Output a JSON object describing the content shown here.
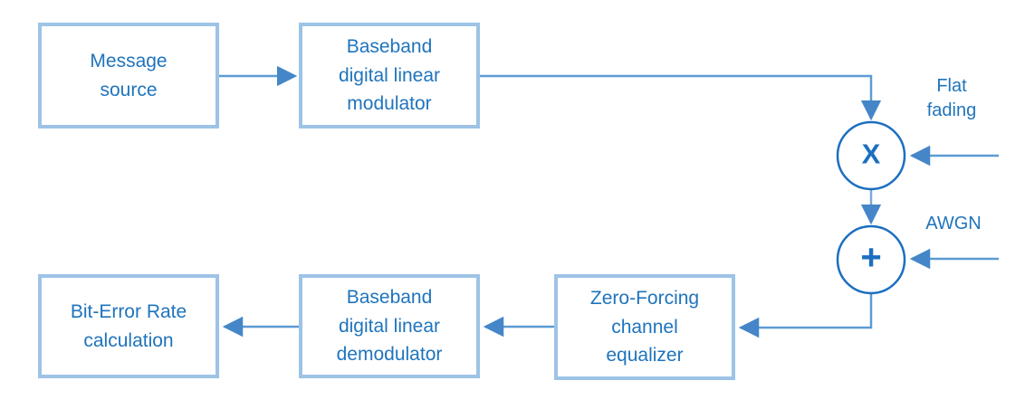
{
  "diagram": {
    "type": "block-diagram",
    "description": "Baseband digital communication system simulation chain over a flat-fading AWGN channel with zero-forcing equalization",
    "blocks": {
      "message_source": "Message\nsource",
      "modulator": "Baseband\ndigital linear\nmodulator",
      "zero_forcing": "Zero-Forcing\nchannel\nequalizer",
      "demodulator": "Baseband\ndigital linear\ndemodulator",
      "ber": "Bit-Error Rate\ncalculation"
    },
    "operators": {
      "multiply": "X",
      "add": "+"
    },
    "labels": {
      "flat_fading": "Flat\nfading",
      "awgn": "AWGN"
    },
    "flow": [
      {
        "from": "message_source",
        "to": "modulator"
      },
      {
        "from": "modulator",
        "to": "multiply_node"
      },
      {
        "from": "flat_fading",
        "to": "multiply_node"
      },
      {
        "from": "multiply_node",
        "to": "add_node"
      },
      {
        "from": "awgn",
        "to": "add_node"
      },
      {
        "from": "add_node",
        "to": "zero_forcing"
      },
      {
        "from": "zero_forcing",
        "to": "demodulator"
      },
      {
        "from": "demodulator",
        "to": "ber"
      }
    ],
    "colors": {
      "box_border": "#9DC3E6",
      "text": "#1F74BC",
      "connector": "#5B9BD5",
      "arrowhead": "#4586C8",
      "node_stroke": "#1C6FC0",
      "background": "#FFFFFF"
    }
  }
}
